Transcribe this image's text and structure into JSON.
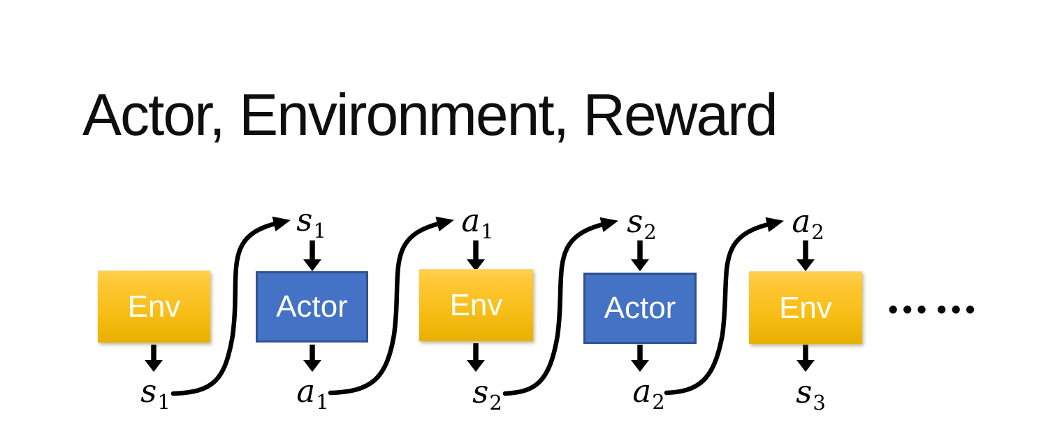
{
  "title": "Actor, Environment, Reward",
  "diagram": {
    "boxes": [
      {
        "id": "env-1",
        "label": "Env",
        "type": "env"
      },
      {
        "id": "actor-1",
        "label": "Actor",
        "type": "actor"
      },
      {
        "id": "env-2",
        "label": "Env",
        "type": "env"
      },
      {
        "id": "actor-2",
        "label": "Actor",
        "type": "actor"
      },
      {
        "id": "env-3",
        "label": "Env",
        "type": "env"
      }
    ],
    "top_labels": [
      {
        "base": "s",
        "sub": "1"
      },
      {
        "base": "a",
        "sub": "1"
      },
      {
        "base": "s",
        "sub": "2"
      },
      {
        "base": "a",
        "sub": "2"
      }
    ],
    "bottom_labels": [
      {
        "base": "s",
        "sub": "1"
      },
      {
        "base": "a",
        "sub": "1"
      },
      {
        "base": "s",
        "sub": "2"
      },
      {
        "base": "a",
        "sub": "2"
      },
      {
        "base": "s",
        "sub": "3"
      }
    ],
    "ellipsis": "••• •••",
    "colors": {
      "background": "#FFFFFF",
      "title_text": "#0E0E0E",
      "env_gradient_top": "#FFD150",
      "env_gradient_bottom": "#E9B001",
      "actor_fill": "#4472C4",
      "actor_border": "#2F528F",
      "box_text": "#FFFFFF",
      "arrow": "#000000"
    }
  }
}
